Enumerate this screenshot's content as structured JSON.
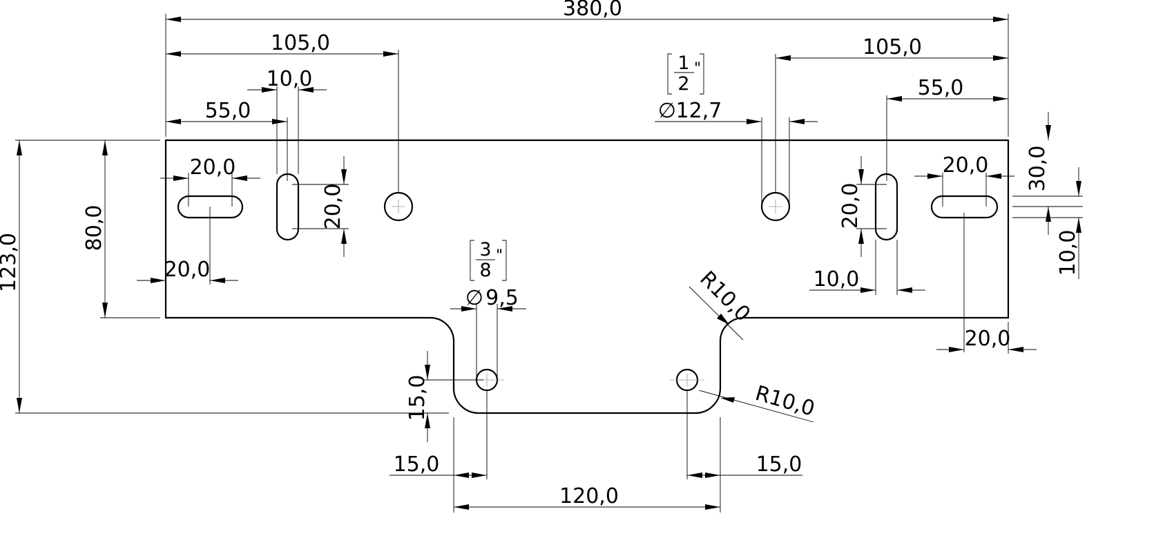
{
  "dimensions": {
    "overall_length": "380,0",
    "left_hole_offset": "105,0",
    "left_vslot_width": "10,0",
    "left_vslot_offset": "55,0",
    "left_hslot_length": "20,0",
    "left_hslot_edge": "20,0",
    "left_vslot_height": "20,0",
    "plate_height": "80,0",
    "total_height": "123,0",
    "right_hole_offset": "105,0",
    "right_vslot_offset": "55,0",
    "right_hslot_length": "20,0",
    "right_top_offset": "30,0",
    "right_hslot_width": "10,0",
    "right_vslot_height": "20,0",
    "right_vslot_width": "10,0",
    "right_hslot_edge": "20,0",
    "large_hole_dia": "12,7",
    "large_hole_inch_num": "1",
    "large_hole_inch_den": "2",
    "small_hole_dia": "9,5",
    "small_hole_inch_num": "3",
    "small_hole_inch_den": "8",
    "inch_mark": "\"",
    "upper_radius": "R10,0",
    "lower_radius": "R10,0",
    "tab_hole_height": "15,0",
    "tab_left_offset": "15,0",
    "tab_right_offset": "15,0",
    "tab_width": "120,0"
  },
  "symbols": {
    "diameter": "∅"
  }
}
